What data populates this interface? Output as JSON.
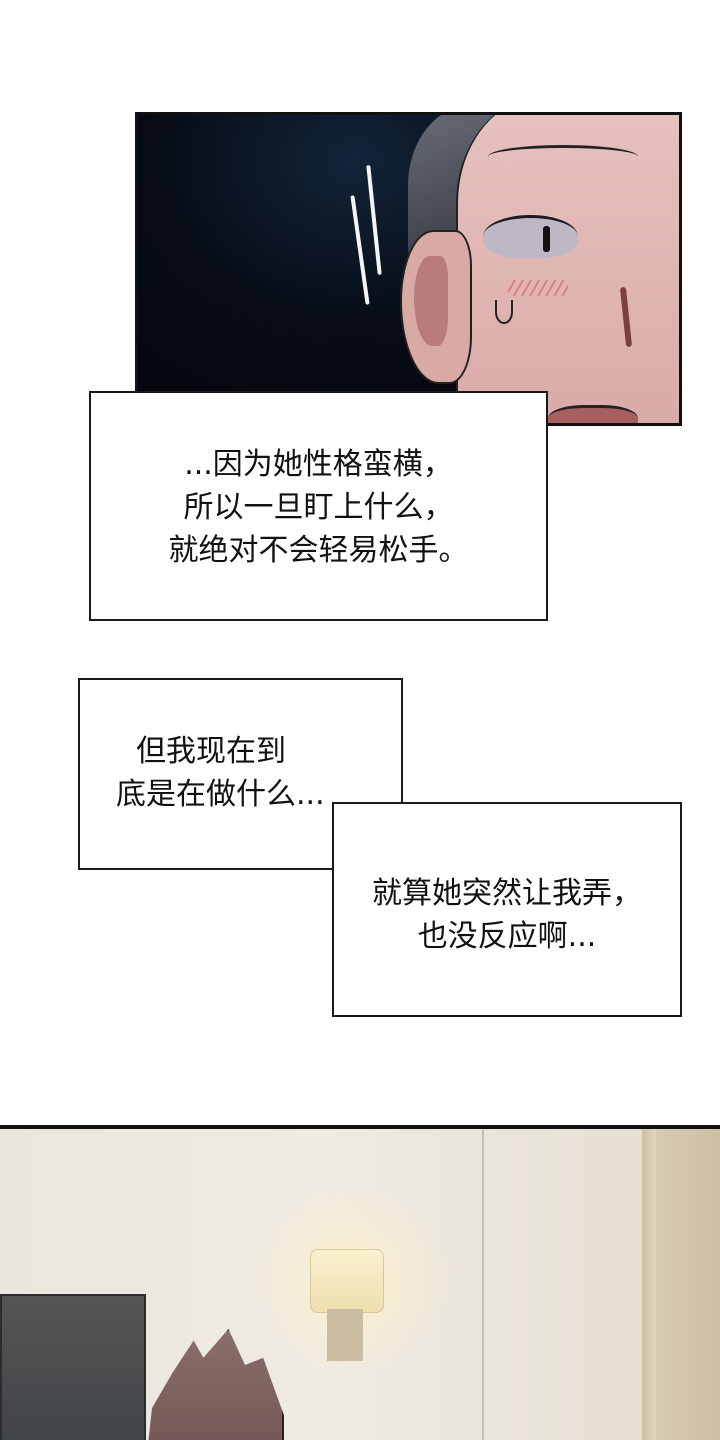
{
  "comic": {
    "panel1": {
      "description": "Close-up of a man's face glancing sideways, sweating and blushing, against a dark background"
    },
    "captions": {
      "caption1": {
        "lines": [
          "...因为她性格蛮横，",
          "所以一旦盯上什么，",
          "就绝对不会轻易松手。"
        ]
      },
      "caption2": {
        "lines": [
          "但我现在到",
          "底是在做什么..."
        ]
      },
      "caption3": {
        "lines": [
          "就算她突然让我弄，",
          "也没反应啊..."
        ]
      }
    },
    "panel2": {
      "description": "Room interior with beige wall, a lit wall lamp, a monitor on the left and a brown-haired man at the bottom"
    }
  },
  "colors": {
    "panel_border": "#111111",
    "caption_border": "#1a1a1a",
    "caption_bg": "#ffffff",
    "dark_bg": "#05080f",
    "skin": "#e0b6b2",
    "wall": "#ece7de"
  }
}
